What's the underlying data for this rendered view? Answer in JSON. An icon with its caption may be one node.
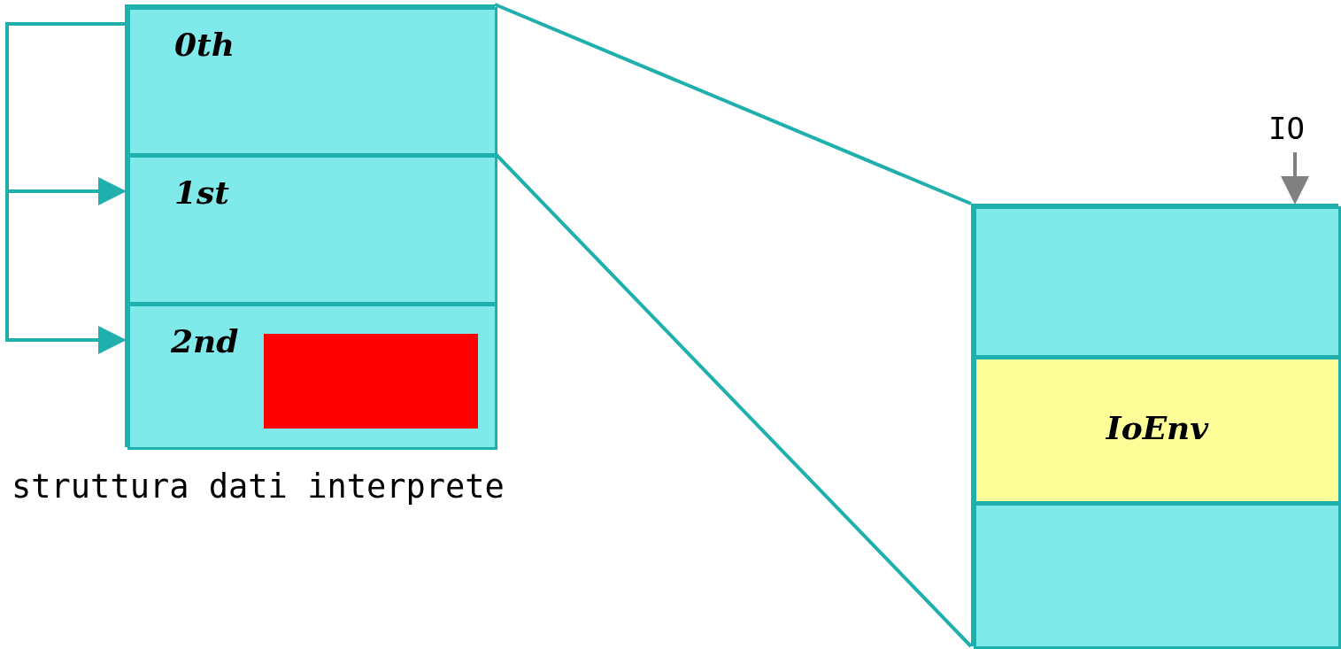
{
  "diagram": {
    "nodes": [
      {
        "text": [],
        "shape": "box",
        "beside": [
          "struttura dati interprete"
        ]
      },
      {
        "text": [
          "0th"
        ],
        "in": 0
      },
      {
        "text": [
          "1st"
        ],
        "in": 0
      },
      {
        "text": [
          "2nd"
        ],
        "in": 0
      },
      {
        "text": [],
        "shape": "box",
        "in": 3
      },
      {
        "text": [],
        "shape": "box"
      },
      {
        "text": [],
        "shape": "box",
        "in": 5
      },
      {
        "text": [
          "IoEnv"
        ],
        "in": 5
      },
      {
        "text": [],
        "shape": "box",
        "in": 5
      },
      {
        "text": [
          "IO"
        ]
      }
    ],
    "edges": [
      {
        "from": 1,
        "to": 2,
        "arrow": "to"
      },
      {
        "from": 1,
        "to": 3,
        "arrow": "to"
      },
      {
        "from": 1,
        "to": 5,
        "arrow": "none"
      },
      {
        "from": 1,
        "to": 5,
        "arrow": "none"
      },
      {
        "from": 9,
        "to": 6,
        "arrow": "to",
        "color": "#808080"
      }
    ]
  }
}
